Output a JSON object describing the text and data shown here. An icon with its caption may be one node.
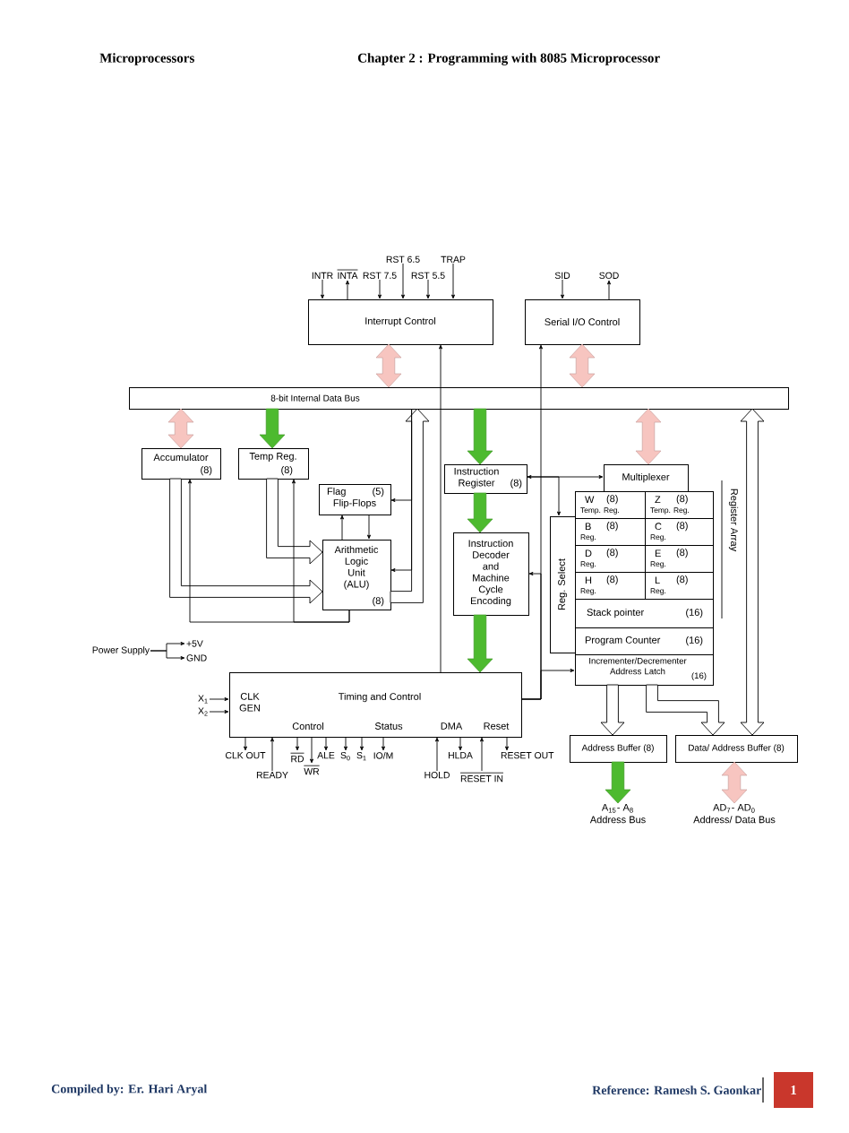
{
  "diagram": {
    "nodes": [
      {
        "text": [
          "Interrupt Control"
        ]
      },
      {
        "text": [
          "Serial I/O Control"
        ]
      },
      {
        "text": [
          "INTR"
        ]
      },
      {
        "text": [
          "INTA"
        ]
      },
      {
        "text": [
          "RST 7.5"
        ]
      },
      {
        "text": [
          "RST 6.5"
        ]
      },
      {
        "text": [
          "RST 5.5"
        ]
      },
      {
        "text": [
          "TRAP"
        ]
      },
      {
        "text": [
          "SID"
        ]
      },
      {
        "text": [
          "SOD"
        ]
      },
      {
        "text": [
          "8-bit Internal Data Bus"
        ]
      },
      {
        "text": [
          "Accumulator",
          "(8)"
        ]
      },
      {
        "text": [
          "Temp Reg.",
          "(8)"
        ]
      },
      {
        "text": [
          "Flag",
          "(5)",
          "Flip-Flops"
        ]
      },
      {
        "text": [
          "Arithmetic Logic Unit (ALU)",
          "(8)"
        ]
      },
      {
        "text": [
          "Instruction Register",
          "(8)"
        ]
      },
      {
        "text": [
          "Instruction Decoder and Machine Cycle Encoding"
        ]
      },
      {
        "text": [
          "Multiplexer"
        ]
      },
      {
        "text": [
          "Reg. Select"
        ]
      },
      {
        "text": [
          "W",
          "(8)",
          "Temp. Reg."
        ]
      },
      {
        "text": [
          "Z",
          "(8)",
          "Temp. Reg."
        ]
      },
      {
        "text": [
          "B",
          "(8)",
          "Reg."
        ]
      },
      {
        "text": [
          "C",
          "(8)",
          "Reg."
        ]
      },
      {
        "text": [
          "D",
          "(8)",
          "Reg."
        ]
      },
      {
        "text": [
          "E",
          "(8)",
          "Reg."
        ]
      },
      {
        "text": [
          "H",
          "(8)",
          "Reg."
        ]
      },
      {
        "text": [
          "L",
          "(8)",
          "Reg."
        ]
      },
      {
        "text": [
          "Stack pointer",
          "(16)"
        ]
      },
      {
        "text": [
          "Program Counter",
          "(16)"
        ]
      },
      {
        "text": [
          "Incrementer/Decrementer Address Latch",
          "(16)"
        ]
      },
      {
        "text": [
          "Power Supply"
        ]
      },
      {
        "text": [
          "+5V"
        ]
      },
      {
        "text": [
          "GND"
        ]
      },
      {
        "text": [
          "CLK GEN",
          "Timing and Control",
          "Control",
          "Status",
          "DMA",
          "Reset"
        ]
      },
      {
        "text": [
          "X$_{1}$"
        ]
      },
      {
        "text": [
          "X$_{2}$"
        ]
      },
      {
        "text": [
          "CLK OUT"
        ]
      },
      {
        "text": [
          "READY"
        ]
      },
      {
        "text": [
          "RD"
        ]
      },
      {
        "text": [
          "WR"
        ]
      },
      {
        "text": [
          "ALE"
        ]
      },
      {
        "text": [
          "S$_{0}$"
        ]
      },
      {
        "text": [
          "S$_{1}$"
        ]
      },
      {
        "text": [
          "IO/M"
        ]
      },
      {
        "text": [
          "HLDA"
        ]
      },
      {
        "text": [
          "HOLD"
        ]
      },
      {
        "text": [
          "RESET OUT"
        ]
      },
      {
        "text": [
          "RESET IN"
        ]
      },
      {
        "text": [
          "Address Buffer (8)"
        ]
      },
      {
        "text": [
          "Data/ Address Buffer (8)"
        ]
      },
      {
        "text": [
          "A$_{15}$- A$_{8}$",
          "Address Bus"
        ]
      },
      {
        "text": [
          "AD$_{7}$- AD$_{0}$",
          "Address/ Data Bus"
        ]
      }
    ],
    "edges": [
      {
        "from": 2,
        "to": 0,
        "arrow": "to"
      },
      {
        "from": 0,
        "to": 3,
        "arrow": "to"
      },
      {
        "from": 4,
        "to": 0,
        "arrow": "to"
      },
      {
        "from": 5,
        "to": 0,
        "arrow": "to"
      },
      {
        "from": 6,
        "to": 0,
        "arrow": "to"
      },
      {
        "from": 7,
        "to": 0,
        "arrow": "to"
      },
      {
        "from": 8,
        "to": 1,
        "arrow": "to"
      },
      {
        "from": 1,
        "to": 9,
        "arrow": "to"
      },
      {
        "from": 0,
        "to": 10,
        "arrow": "both",
        "style": "thick",
        "color": "#f7c5c0"
      },
      {
        "from": 33,
        "to": 0,
        "arrow": "to"
      },
      {
        "from": 33,
        "to": 1,
        "arrow": "to"
      },
      {
        "from": 1,
        "to": 10,
        "arrow": "both",
        "style": "thick",
        "color": "#f7c5c0"
      },
      {
        "from": 10,
        "to": 11,
        "arrow": "both",
        "style": "thick",
        "color": "#f7c5c0"
      },
      {
        "from": 10,
        "to": 12,
        "arrow": "to",
        "style": "thick",
        "color": "#4dba2f"
      },
      {
        "from": 10,
        "to": 15,
        "arrow": "to",
        "style": "thick",
        "color": "#4dba2f"
      },
      {
        "from": 15,
        "to": 16,
        "arrow": "to",
        "style": "thick",
        "color": "#4dba2f"
      },
      {
        "from": 16,
        "to": 33,
        "arrow": "to",
        "style": "thick",
        "color": "#4dba2f"
      },
      {
        "from": 10,
        "to": 17,
        "arrow": "both",
        "style": "thick",
        "color": "#f7c5c0"
      },
      {
        "from": 15,
        "to": 17,
        "arrow": "both"
      },
      {
        "from": 15,
        "to": 18,
        "arrow": "to"
      },
      {
        "from": 11,
        "to": 14,
        "arrow": "to",
        "style": "thick"
      },
      {
        "from": 12,
        "to": 14,
        "arrow": "to",
        "style": "thick"
      },
      {
        "from": 14,
        "to": 10,
        "arrow": "to",
        "style": "thick"
      },
      {
        "from": 10,
        "to": 13,
        "arrow": "to"
      },
      {
        "from": 10,
        "to": 14,
        "arrow": "to"
      },
      {
        "from": 14,
        "to": 13,
        "arrow": "to"
      },
      {
        "from": 13,
        "to": 14,
        "arrow": "to"
      },
      {
        "from": 14,
        "to": 11,
        "arrow": "to"
      },
      {
        "from": 14,
        "to": 12,
        "arrow": "to"
      },
      {
        "from": 33,
        "to": 16,
        "arrow": "to"
      },
      {
        "from": 33,
        "to": 29,
        "arrow": "to"
      },
      {
        "from": 29,
        "to": 48,
        "arrow": "to",
        "style": "thick"
      },
      {
        "from": 29,
        "to": 49,
        "arrow": "to",
        "style": "thick"
      },
      {
        "from": 10,
        "to": 49,
        "arrow": "both",
        "style": "thick"
      },
      {
        "from": 48,
        "to": 50,
        "arrow": "to",
        "style": "thick",
        "color": "#4dba2f"
      },
      {
        "from": 49,
        "to": 51,
        "arrow": "both",
        "style": "thick",
        "color": "#f7c5c0"
      },
      {
        "from": 30,
        "to": 31,
        "arrow": "to"
      },
      {
        "from": 30,
        "to": 32,
        "arrow": "to"
      },
      {
        "from": 34,
        "to": 33,
        "arrow": "to"
      },
      {
        "from": 35,
        "to": 33,
        "arrow": "to"
      },
      {
        "from": 33,
        "to": 36,
        "arrow": "to"
      },
      {
        "from": 37,
        "to": 33,
        "arrow": "to"
      },
      {
        "from": 33,
        "to": 38,
        "arrow": "to"
      },
      {
        "from": 33,
        "to": 39,
        "arrow": "to"
      },
      {
        "from": 33,
        "to": 40,
        "arrow": "to"
      },
      {
        "from": 33,
        "to": 41,
        "arrow": "to"
      },
      {
        "from": 33,
        "to": 42,
        "arrow": "to"
      },
      {
        "from": 33,
        "to": 43,
        "arrow": "to"
      },
      {
        "from": 33,
        "to": 44,
        "arrow": "to"
      },
      {
        "from": 45,
        "to": 33,
        "arrow": "to"
      },
      {
        "from": 33,
        "to": 46,
        "arrow": "to"
      },
      {
        "from": 47,
        "to": 33,
        "arrow": "to"
      }
    ],
    "labels": [
      "Microprocessors",
      "Chapter 2 : Programming with 8085 Microprocessor",
      "Register Array",
      "Compiled by: Er. Hari Aryal",
      "Reference: Ramesh S. Gaonkar",
      "1"
    ]
  }
}
